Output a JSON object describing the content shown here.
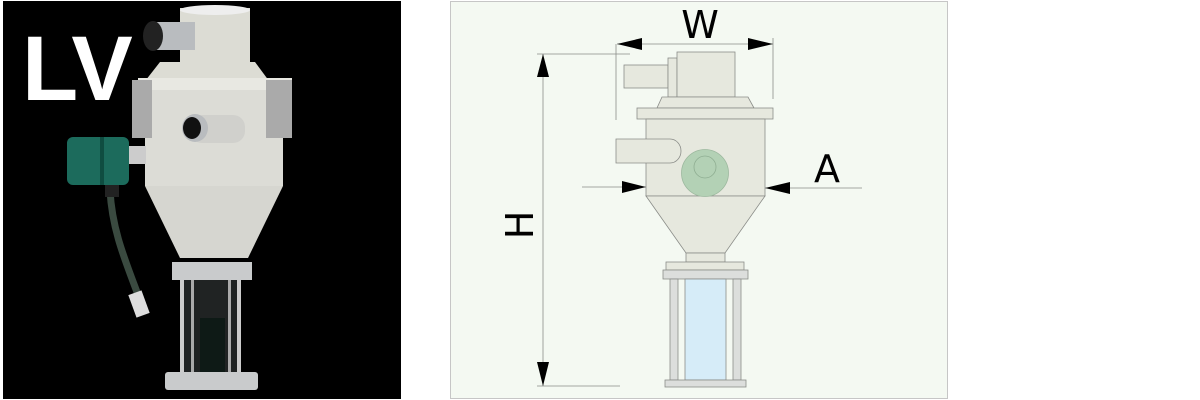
{
  "product": {
    "model_label": "LV"
  },
  "diagram": {
    "width_label": "W",
    "height_label": "H",
    "a_label": "A"
  },
  "colors": {
    "photo_background": "#000000",
    "diagram_background": "#f4f9f2",
    "body_fill": "#e6e8de",
    "motor_green": "#b3d1b5",
    "sight_glass_blue": "#d6ecf8",
    "sensor_green": "#1c6b5c"
  }
}
